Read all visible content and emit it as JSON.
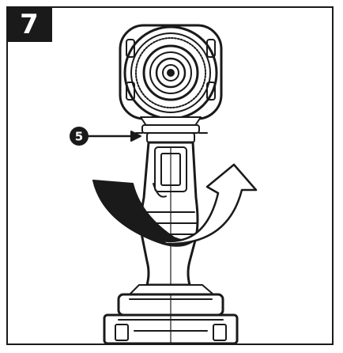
{
  "figure": {
    "step_number": "7",
    "callout_number": "5"
  },
  "colors": {
    "ink": "#1a1a1a",
    "paper": "#ffffff"
  },
  "icons": [
    "drill-illustration",
    "rotation-arrow-icon",
    "callout-arrow-icon"
  ]
}
